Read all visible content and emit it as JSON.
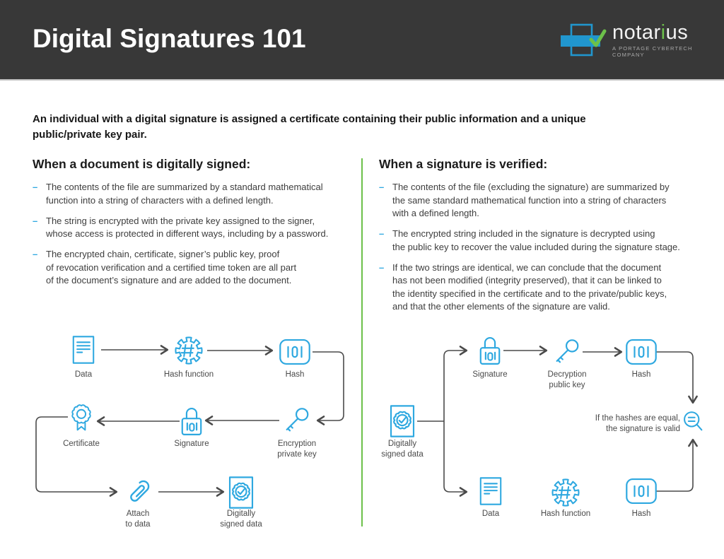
{
  "header": {
    "title": "Digital Signatures 101",
    "logo": {
      "brand_prefix": "notar",
      "brand_i": "i",
      "brand_suffix": "us",
      "tagline": "A PORTAGE CYBERTECH COMPANY"
    }
  },
  "intro": "An individual with a digital signature is assigned a certificate containing their public information and a unique\npublic/private key pair.",
  "ui": {
    "bullet_marker": "–"
  },
  "columns": {
    "signed": {
      "heading": "When a document is digitally signed:",
      "bullets": [
        "The contents of the file are summarized by a standard mathematical\nfunction into a string of characters with a defined length.",
        "The string is encrypted with the private key assigned to the signer,\nwhose access is protected in different ways, including by a password.",
        "The encrypted chain, certificate, signer’s public key, proof\nof revocation verification and a certified time token are all part\nof the document’s signature and are added to the document."
      ]
    },
    "verified": {
      "heading": "When a signature is verified:",
      "bullets": [
        "The contents of the file (excluding the signature) are summarized by\nthe same standard mathematical function into a string of characters\nwith a defined length.",
        "The encrypted string included in the signature is decrypted using\nthe public key to recover the value included during the signature stage.",
        "If the two strings are identical, we can conclude that the document\nhas not been modified (integrity preserved), that it can be linked to\nthe identity specified in the certificate and to the private/public keys,\nand that the other elements of the signature are valid."
      ]
    }
  },
  "diagram_signed": {
    "labels": {
      "data": "Data",
      "hash_function": "Hash function",
      "hash": "Hash",
      "certificate": "Certificate",
      "signature": "Signature",
      "encryption_key": "Encryption\nprivate key",
      "attach": "Attach\nto data",
      "signed_data": "Digitally\nsigned data"
    }
  },
  "diagram_verified": {
    "labels": {
      "signed_data": "Digitally\nsigned data",
      "signature": "Signature",
      "decryption_key": "Decryption\npublic key",
      "hash_top": "Hash",
      "data": "Data",
      "hash_function": "Hash function",
      "hash_bottom": "Hash",
      "result_note": "If the hashes are equal,\nthe signature is valid"
    }
  },
  "colors": {
    "accent_blue": "#2EA8E0",
    "accent_green": "#6CC04A",
    "header_bg": "#383838",
    "arrow_gray": "#4A4A4A"
  }
}
